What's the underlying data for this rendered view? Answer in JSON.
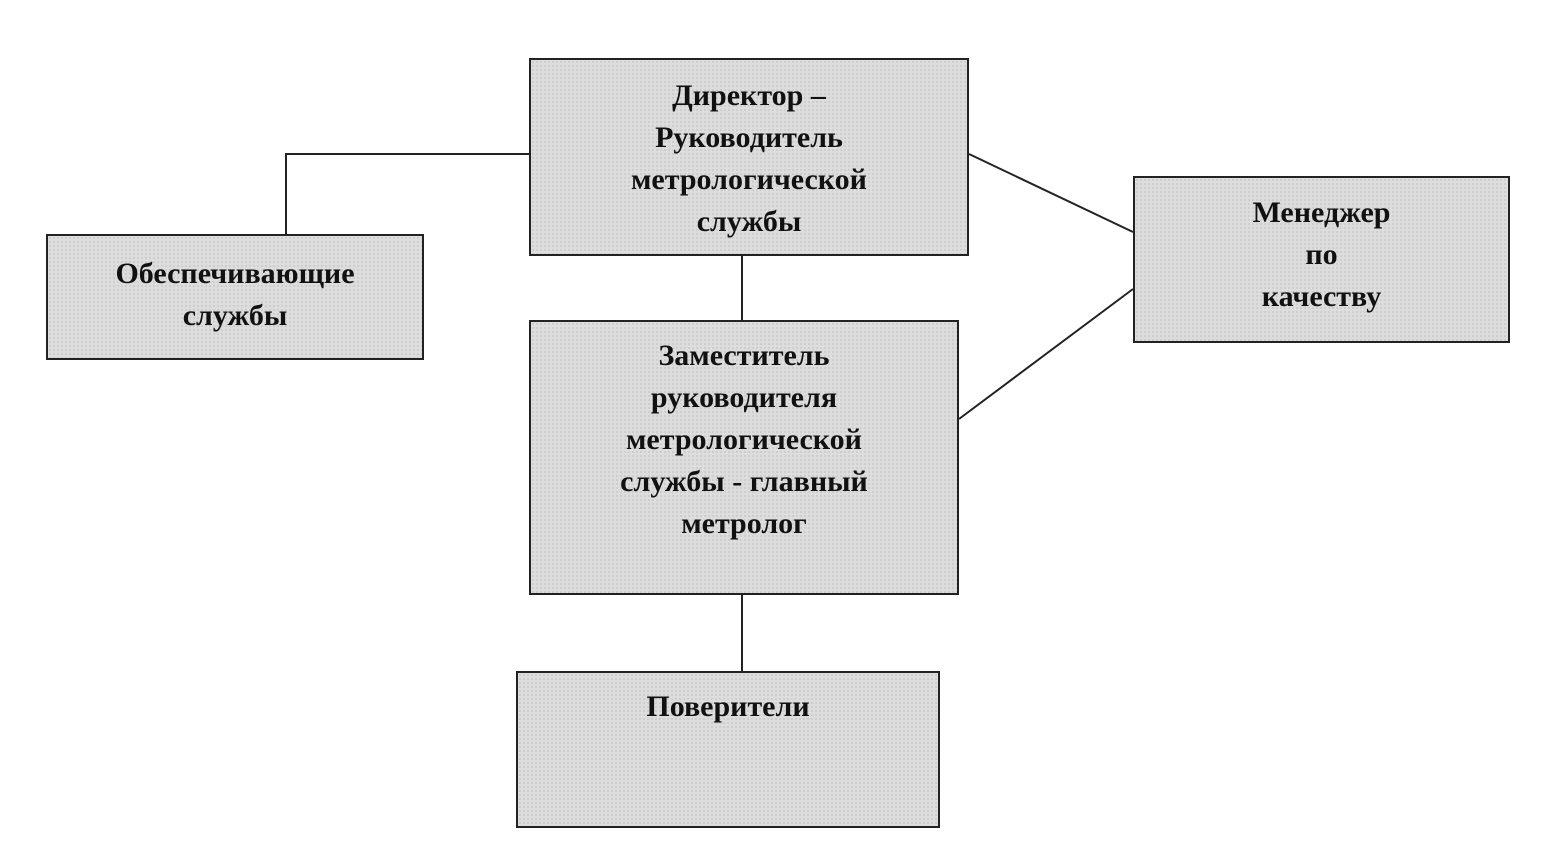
{
  "diagram": {
    "nodes": [
      {
        "id": "director",
        "label": "Директор –\nРуководитель\nметрологической\nслужбы"
      },
      {
        "id": "support",
        "label": "Обеспечивающие\nслужбы"
      },
      {
        "id": "quality",
        "label": "Менеджер\nпо\nкачеству"
      },
      {
        "id": "deputy",
        "label": "Заместитель\nруководителя\nметрологической\nслужбы - главный\nметролог"
      },
      {
        "id": "verifiers",
        "label": "Поверители"
      }
    ],
    "edges": [
      {
        "from": "director",
        "to": "support"
      },
      {
        "from": "director",
        "to": "quality"
      },
      {
        "from": "director",
        "to": "deputy"
      },
      {
        "from": "deputy",
        "to": "quality"
      },
      {
        "from": "deputy",
        "to": "verifiers"
      }
    ]
  }
}
